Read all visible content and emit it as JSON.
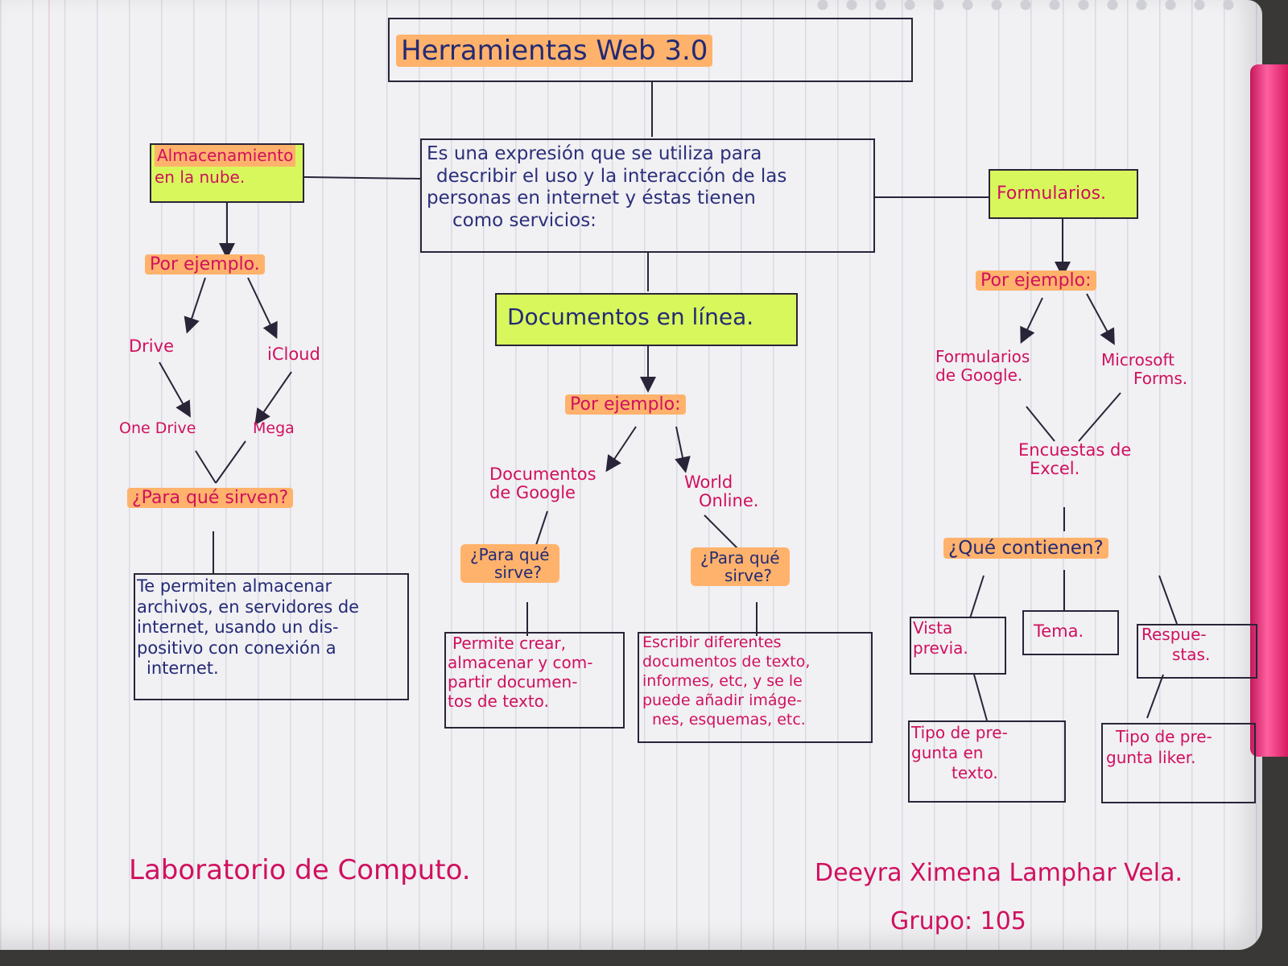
{
  "title": "Herramientas Web 3.0",
  "definition": [
    "Es una expresión que se utiliza para",
    "describir el uso y la interacción de las",
    "personas en internet y éstas tienen",
    "como servicios:"
  ],
  "branches": {
    "left": {
      "heading": [
        "Almacenamiento",
        "en la nube."
      ],
      "por_ejemplo": "Por ejemplo.",
      "examples": [
        "Drive",
        "iCloud",
        "One Drive",
        "Mega"
      ],
      "question": "¿Para qué sirven?",
      "answer": [
        "Te permiten almacenar",
        "archivos, en servidores de",
        "internet, usando un dis-",
        "positivo con conexión a",
        "internet."
      ]
    },
    "center": {
      "heading": "Documentos en línea.",
      "por_ejemplo": "Por ejemplo:",
      "example_a": [
        "Documentos",
        "de Google"
      ],
      "example_b": [
        "World",
        "Online."
      ],
      "question_a": [
        "¿Para qué",
        "sirve?"
      ],
      "question_b": [
        "¿Para qué",
        "sirve?"
      ],
      "answer_a": [
        "Permite crear,",
        "almacenar y com-",
        "partir documen-",
        "tos de texto."
      ],
      "answer_b": [
        "Escribir diferentes",
        "documentos de texto,",
        "informes, etc, y se le",
        "puede añadir imáge-",
        "nes, esquemas, etc."
      ]
    },
    "right": {
      "heading": "Formularios.",
      "por_ejemplo": "Por ejemplo:",
      "example_a": [
        "Formularios",
        "de Google."
      ],
      "example_b": [
        "Microsoft",
        "Forms."
      ],
      "merge": [
        "Encuestas de",
        "Excel."
      ],
      "question": "¿Qué contienen?",
      "contents": {
        "vista": [
          "Vista",
          "previa."
        ],
        "tema": "Tema.",
        "respuestas": [
          "Respue-",
          "stas."
        ],
        "tipo_texto": [
          "Tipo de pre-",
          "gunta en",
          "texto."
        ],
        "tipo_liker": [
          "Tipo de pre-",
          "gunta liker."
        ]
      }
    }
  },
  "footer": {
    "left": "Laboratorio de Computo.",
    "name": "Deeyra Ximena Lamphar Vela.",
    "group": "Grupo: 105"
  },
  "colors": {
    "highlight_orange": "#ffb26b",
    "highlight_green": "#d8f75c",
    "ink_pink": "#d0105f",
    "ink_navy": "#232a75",
    "paper": "#f1f0f3"
  }
}
